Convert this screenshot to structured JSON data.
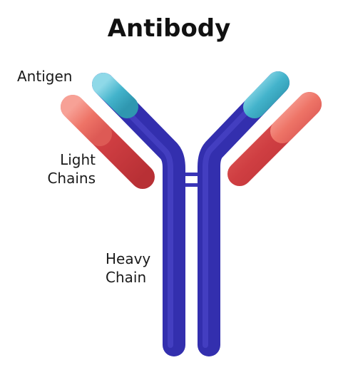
{
  "title": "Antibody",
  "labels": {
    "antigen": "Antigen",
    "light_chains_line1": "Light",
    "light_chains_line2": "Chains",
    "heavy_chain_line1": "Heavy",
    "heavy_chain_line2": "Chain"
  },
  "colors": {
    "heavy_chain": "#3a35b8",
    "antigen_tip": "#45b5cc",
    "light_chain": "#d94a4a",
    "light_chain_tip": "#ee7a6e",
    "text": "#1a1a1a"
  }
}
